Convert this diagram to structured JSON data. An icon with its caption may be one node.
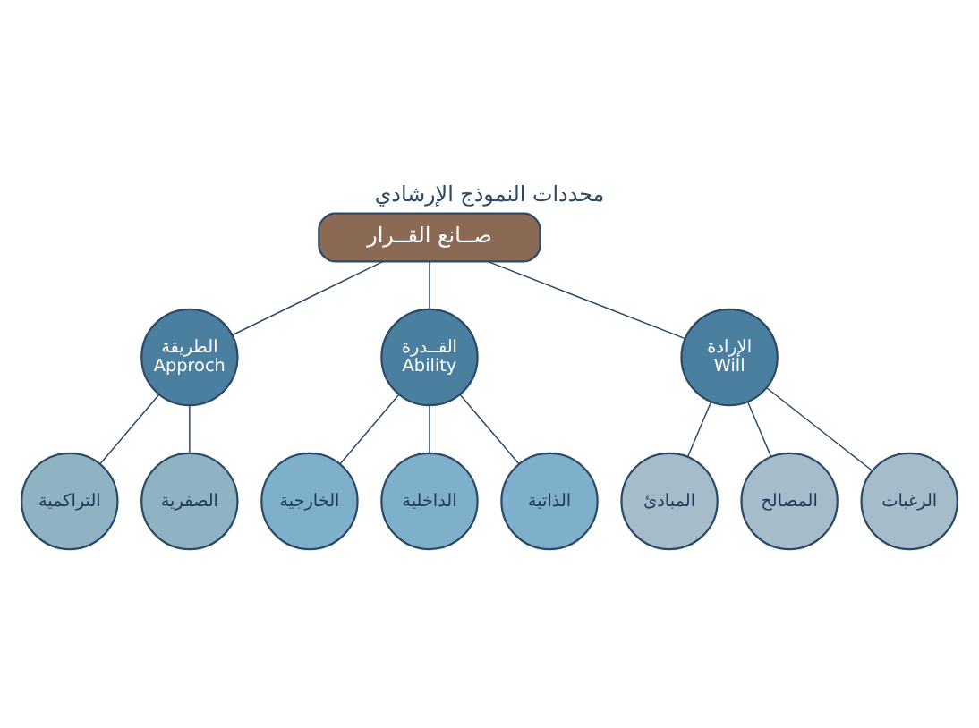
{
  "diagram": {
    "title": "محددات النموذج الإرشادي",
    "nodes": [
      {
        "text": [
          "صــانع القــرار"
        ]
      },
      {
        "text": [
          "الطريقة",
          "Approch"
        ]
      },
      {
        "text": [
          "القــدرة",
          "Ability"
        ]
      },
      {
        "text": [
          "الإرادة",
          "Will"
        ]
      },
      {
        "text": [
          "التراكمية"
        ]
      },
      {
        "text": [
          "الصفرية"
        ]
      },
      {
        "text": [
          "الخارجية"
        ]
      },
      {
        "text": [
          "الداخلية"
        ]
      },
      {
        "text": [
          "الذاتية"
        ]
      },
      {
        "text": [
          "المبادئ"
        ]
      },
      {
        "text": [
          "المصالح"
        ]
      },
      {
        "text": [
          "الرغبات"
        ]
      }
    ],
    "edges": [
      {
        "from": 0,
        "to": 1,
        "arrow": "none"
      },
      {
        "from": 0,
        "to": 2,
        "arrow": "none"
      },
      {
        "from": 0,
        "to": 3,
        "arrow": "none"
      },
      {
        "from": 1,
        "to": 4,
        "arrow": "none"
      },
      {
        "from": 1,
        "to": 5,
        "arrow": "none"
      },
      {
        "from": 2,
        "to": 6,
        "arrow": "none"
      },
      {
        "from": 2,
        "to": 7,
        "arrow": "none"
      },
      {
        "from": 2,
        "to": 8,
        "arrow": "none"
      },
      {
        "from": 3,
        "to": 9,
        "arrow": "none"
      },
      {
        "from": 3,
        "to": 10,
        "arrow": "none"
      },
      {
        "from": 3,
        "to": 11,
        "arrow": "none"
      }
    ]
  }
}
